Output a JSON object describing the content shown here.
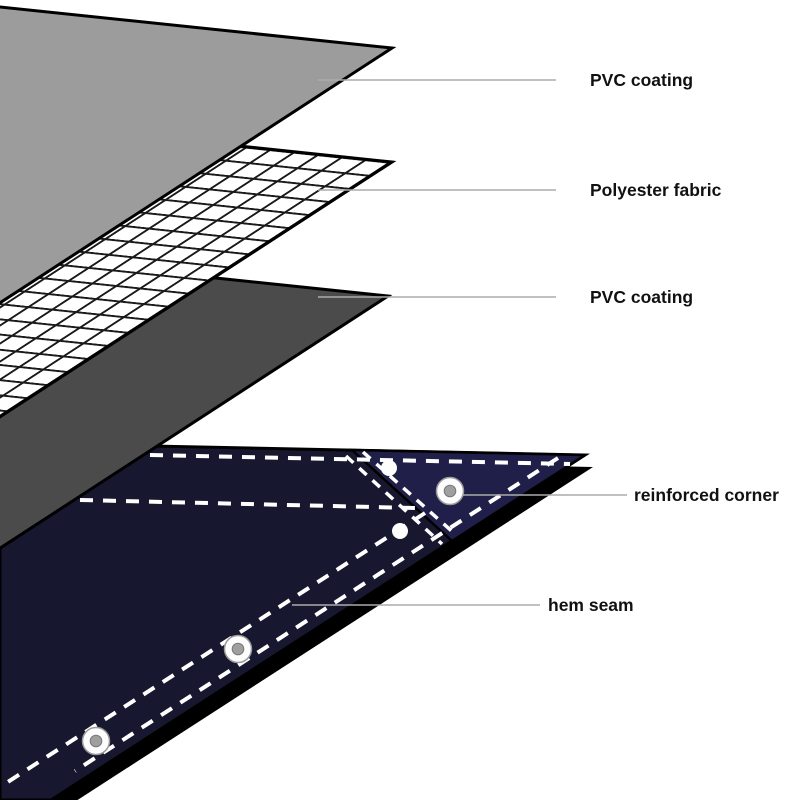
{
  "diagram": {
    "type": "product-layers-diagram",
    "subject": "tarpaulin construction layers",
    "background": "#ffffff",
    "labels": [
      {
        "id": "pvc-coating-top",
        "text": "PVC coating"
      },
      {
        "id": "polyester-fabric",
        "text": "Polyester fabric"
      },
      {
        "id": "pvc-coating-bottom",
        "text": "PVC coating"
      },
      {
        "id": "reinforced-corner",
        "text": "reinforced corner"
      },
      {
        "id": "hem-seam",
        "text": "hem seam"
      }
    ],
    "colors": {
      "pvc_top_sheet": "#9c9c9c",
      "fabric_sheet": "#ffffff",
      "fabric_grid": "#1a1a1a",
      "pvc_bottom_sheet": "#4b4b4b",
      "tarp_body": "#17172f",
      "tarp_corner_patch": "#1f1f49",
      "tarp_edge": "#000000",
      "stitch": "#ffffff",
      "grommet_outer": "#fdfdfd",
      "grommet_inner": "#9f9f9f",
      "leader_line": "#ababab",
      "label_text": "#111111"
    }
  }
}
